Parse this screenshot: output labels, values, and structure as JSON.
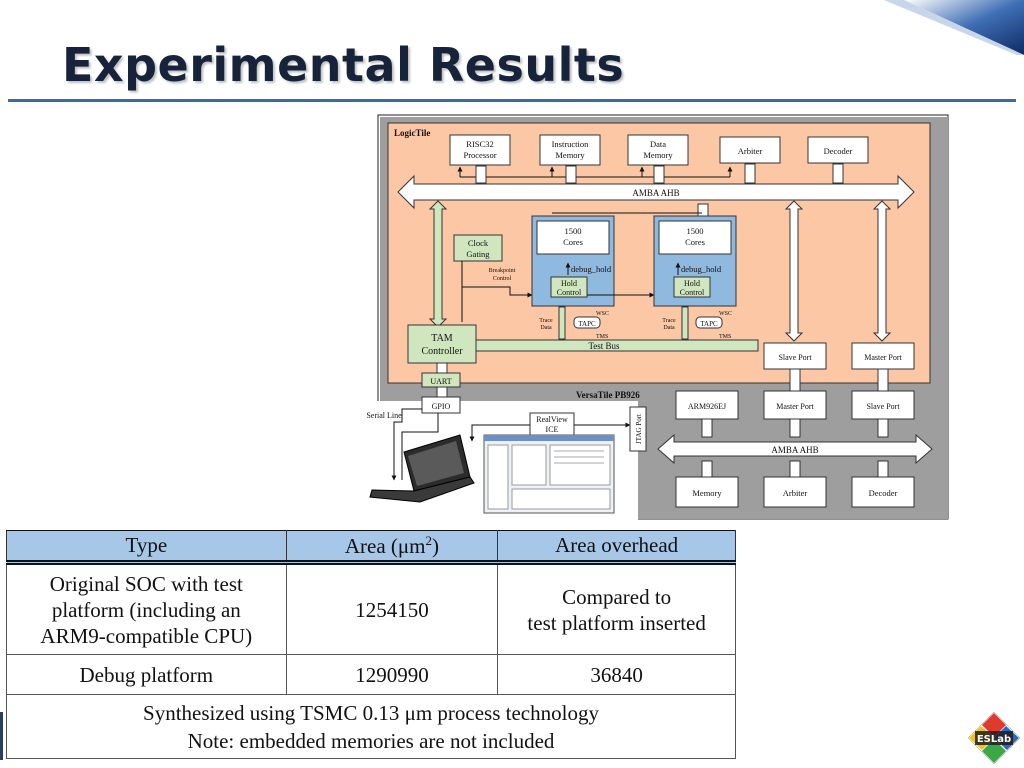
{
  "slide": {
    "title": "Experimental Results"
  },
  "diagram": {
    "regions": {
      "logic_tile": "LogicTile",
      "versa_tile": "VersaTile PB926"
    },
    "top_blocks": {
      "risc32": [
        "RISC32",
        "Processor"
      ],
      "instruction_memory": [
        "Instruction",
        "Memory"
      ],
      "data_memory": [
        "Data",
        "Memory"
      ],
      "arbiter": "Arbiter",
      "decoder": "Decoder"
    },
    "bus_top": "AMBA AHB",
    "clock_gating": [
      "Clock",
      "Gating"
    ],
    "breakpoint_control": [
      "Breakpoint",
      "Control"
    ],
    "core_groups": [
      {
        "cores": [
          "1500",
          "Cores"
        ],
        "debug_hold": "debug_hold",
        "hold_control": [
          "Hold",
          "Control"
        ],
        "trace_data": [
          "Trace",
          "Data"
        ],
        "wsc": "WSC",
        "tapc": "TAPC",
        "tms": "TMS"
      },
      {
        "cores": [
          "1500",
          "Cores"
        ],
        "debug_hold": "debug_hold",
        "hold_control": [
          "Hold",
          "Control"
        ],
        "trace_data": [
          "Trace",
          "Data"
        ],
        "wsc": "WSC",
        "tapc": "TAPC",
        "tms": "TMS"
      }
    ],
    "tam_controller": [
      "TAM",
      "Controller"
    ],
    "test_bus": "Test Bus",
    "slave_port_top": "Slave Port",
    "master_port_top": "Master Port",
    "uart": "UART",
    "gpio": "GPIO",
    "serial_line": "Serial Line",
    "realview_ice": [
      "RealView",
      "ICE"
    ],
    "jtag_port": "JTAG Port",
    "arm926ej": "ARM926EJ",
    "master_port_bottom": "Master Port",
    "slave_port_bottom": "Slave Port",
    "bus_bottom": "AMBA AHB",
    "bottom_blocks": {
      "memory": "Memory",
      "arbiter": "Arbiter",
      "decoder": "Decoder"
    }
  },
  "table": {
    "headers": {
      "type": "Type",
      "area_prefix": "Area (μm",
      "area_exp": "2",
      "area_suffix": ")",
      "overhead": "Area overhead"
    },
    "rows": [
      {
        "type_lines": [
          "Original SOC with test",
          "platform (including an",
          "ARM9-compatible CPU)"
        ],
        "area": "1254150",
        "overhead_lines": [
          "Compared to",
          "test platform inserted"
        ]
      },
      {
        "type": "Debug platform",
        "area": "1290990",
        "overhead": "36840"
      }
    ],
    "note_lines": [
      "Synthesized using TSMC 0.13 μm process technology",
      "Note: embedded memories are not included"
    ]
  },
  "logo": {
    "text": "ESLab"
  },
  "colors": {
    "logic_tile": "#fcc7a4",
    "versa_tile": "#9e9e9e",
    "green_block": "#cfe6bf",
    "core_blue": "#90b9df",
    "header": "#a7c7e8",
    "title": "#17233a"
  }
}
